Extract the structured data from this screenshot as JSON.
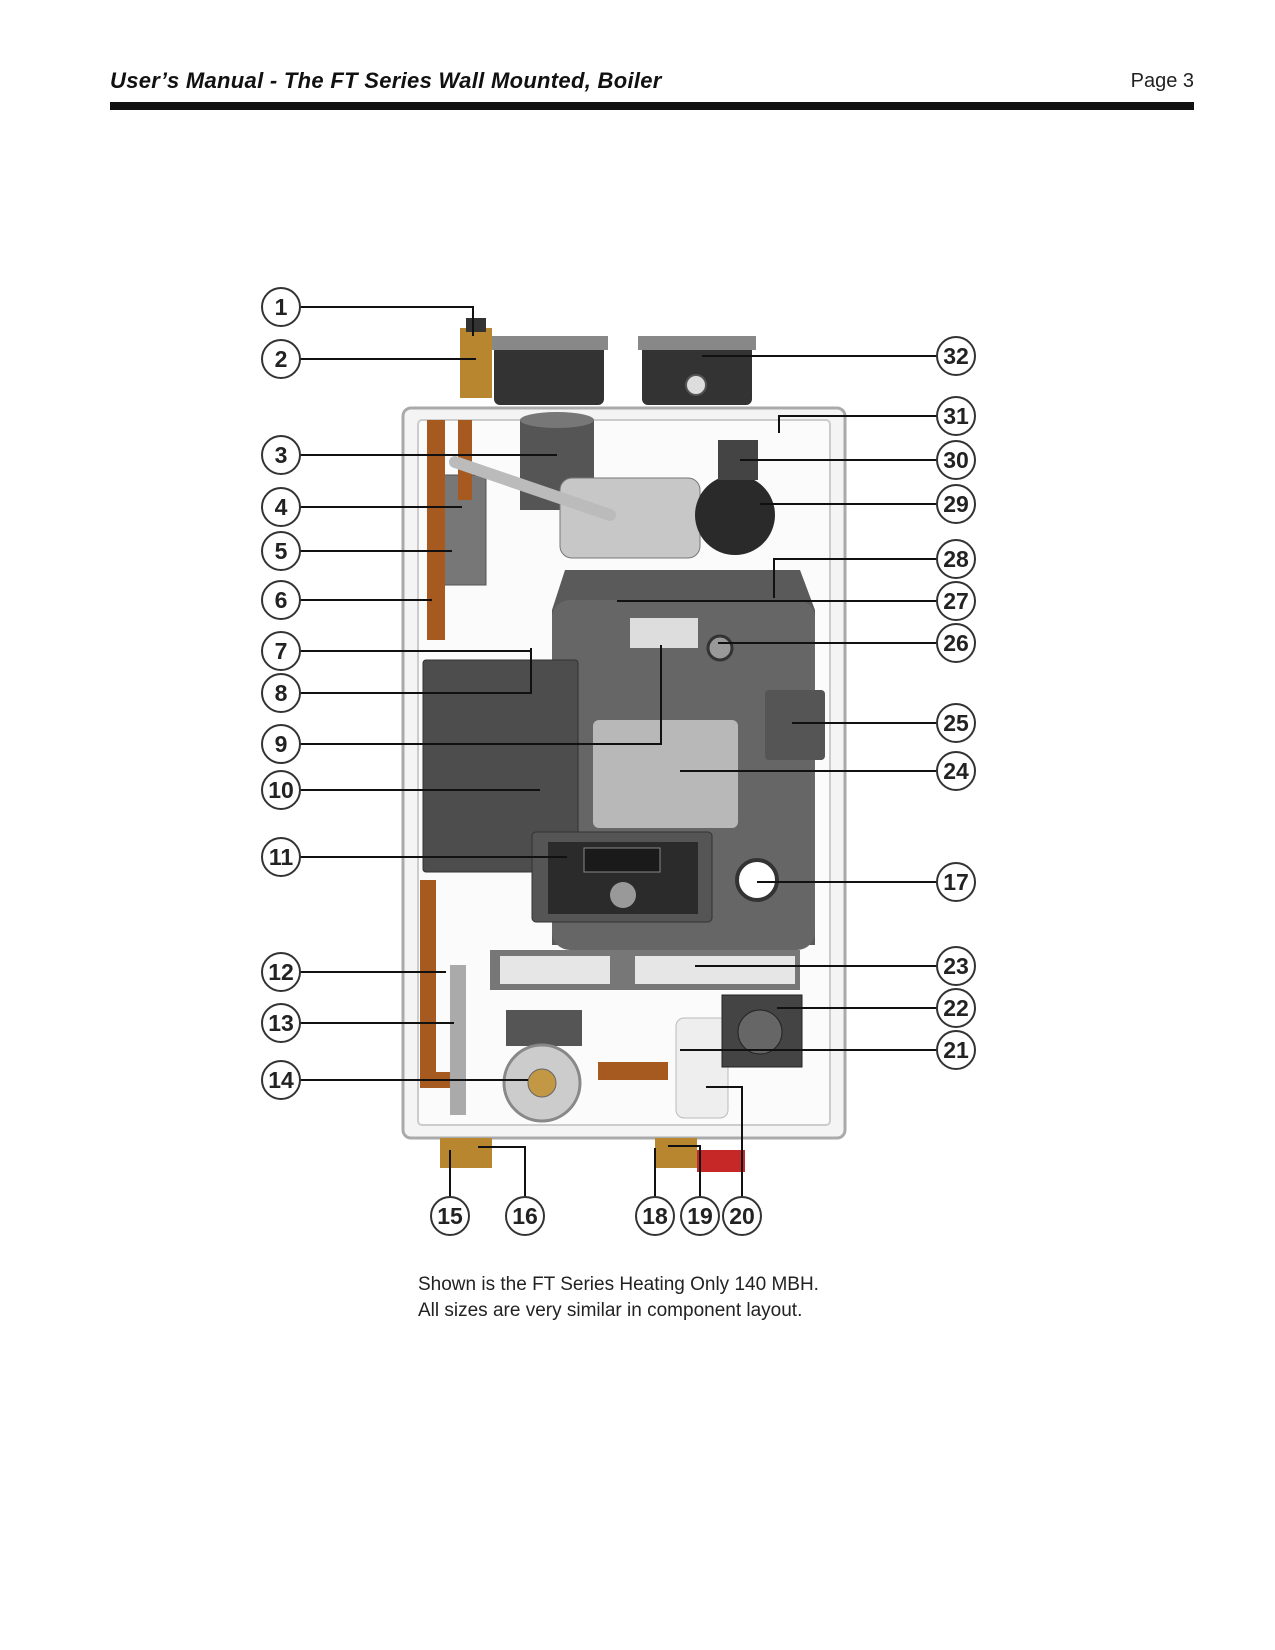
{
  "header": {
    "title": "User’s Manual - The FT Series Wall Mounted, Boiler",
    "page": "Page 3"
  },
  "figure": {
    "callouts": [
      "1",
      "2",
      "3",
      "4",
      "5",
      "6",
      "7",
      "8",
      "9",
      "10",
      "11",
      "12",
      "13",
      "14",
      "15",
      "16",
      "17",
      "18",
      "19",
      "20",
      "21",
      "22",
      "23",
      "24",
      "25",
      "26",
      "27",
      "28",
      "29",
      "30",
      "31",
      "32"
    ]
  },
  "caption": {
    "line1": "Shown is the FT Series Heating Only 140 MBH.",
    "line2": "All sizes are very similar in component layout."
  }
}
